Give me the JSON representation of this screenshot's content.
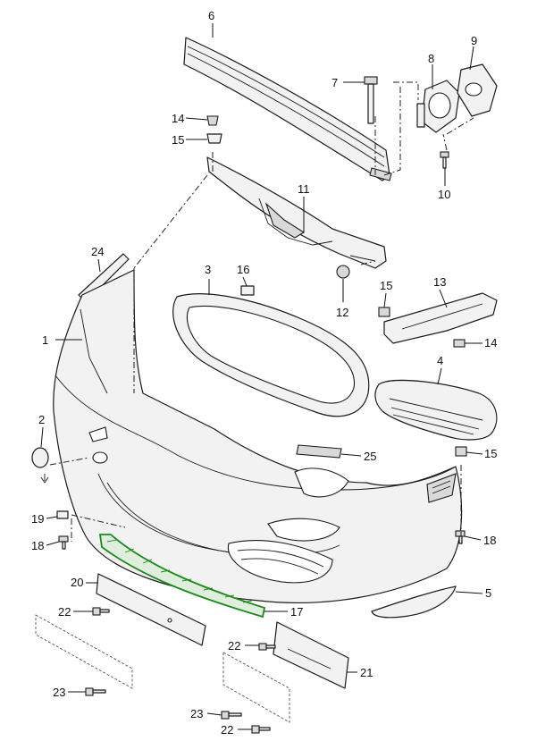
{
  "diagram": {
    "callouts": [
      {
        "id": "c1",
        "text": "1"
      },
      {
        "id": "c2",
        "text": "2"
      },
      {
        "id": "c3",
        "text": "3"
      },
      {
        "id": "c4",
        "text": "4"
      },
      {
        "id": "c5",
        "text": "5"
      },
      {
        "id": "c6",
        "text": "6"
      },
      {
        "id": "c7",
        "text": "7"
      },
      {
        "id": "c8",
        "text": "8"
      },
      {
        "id": "c9",
        "text": "9"
      },
      {
        "id": "c10",
        "text": "10"
      },
      {
        "id": "c11",
        "text": "11"
      },
      {
        "id": "c12",
        "text": "12"
      },
      {
        "id": "c13",
        "text": "13"
      },
      {
        "id": "c14a",
        "text": "14"
      },
      {
        "id": "c14b",
        "text": "14"
      },
      {
        "id": "c15a",
        "text": "15"
      },
      {
        "id": "c15b",
        "text": "15"
      },
      {
        "id": "c15c",
        "text": "15"
      },
      {
        "id": "c16",
        "text": "16"
      },
      {
        "id": "c17",
        "text": "17"
      },
      {
        "id": "c18a",
        "text": "18"
      },
      {
        "id": "c18b",
        "text": "18"
      },
      {
        "id": "c19",
        "text": "19"
      },
      {
        "id": "c20",
        "text": "20"
      },
      {
        "id": "c21",
        "text": "21"
      },
      {
        "id": "c22a",
        "text": "22"
      },
      {
        "id": "c22b",
        "text": "22"
      },
      {
        "id": "c22c",
        "text": "22"
      },
      {
        "id": "c23a",
        "text": "23"
      },
      {
        "id": "c23b",
        "text": "23"
      },
      {
        "id": "c24",
        "text": "24"
      },
      {
        "id": "c25",
        "text": "25"
      }
    ],
    "highlight_color": "#1d8a1d"
  }
}
